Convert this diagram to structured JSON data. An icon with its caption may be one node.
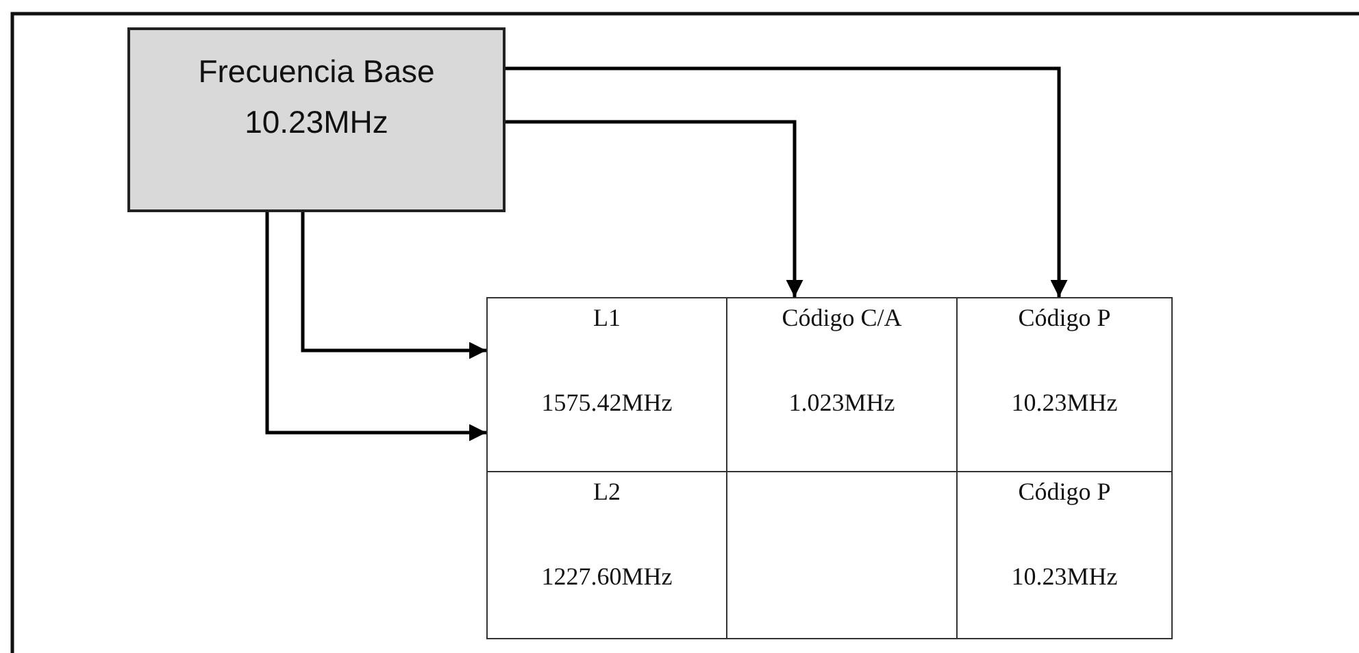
{
  "diagram": {
    "nodes": [
      {
        "text": [
          "Frecuencia Base 10.23MHz"
        ]
      },
      {
        "text": [
          "L1",
          "1575.42MHz"
        ]
      },
      {
        "text": [
          "Código C/A",
          "1.023MHz"
        ]
      },
      {
        "text": [
          "Código P",
          "10.23MHz"
        ]
      },
      {
        "text": [
          "L2",
          "1227.60MHz"
        ]
      },
      {
        "text": [],
        "shape": "box"
      },
      {
        "text": [
          "Código P",
          "10.23MHz"
        ]
      }
    ],
    "edges": [
      {
        "from": 0,
        "to": 3,
        "arrow": "to"
      },
      {
        "from": 0,
        "to": 2,
        "arrow": "to"
      },
      {
        "from": 0,
        "to": 1,
        "arrow": "to"
      },
      {
        "from": 0,
        "to": 1,
        "arrow": "to"
      }
    ]
  }
}
